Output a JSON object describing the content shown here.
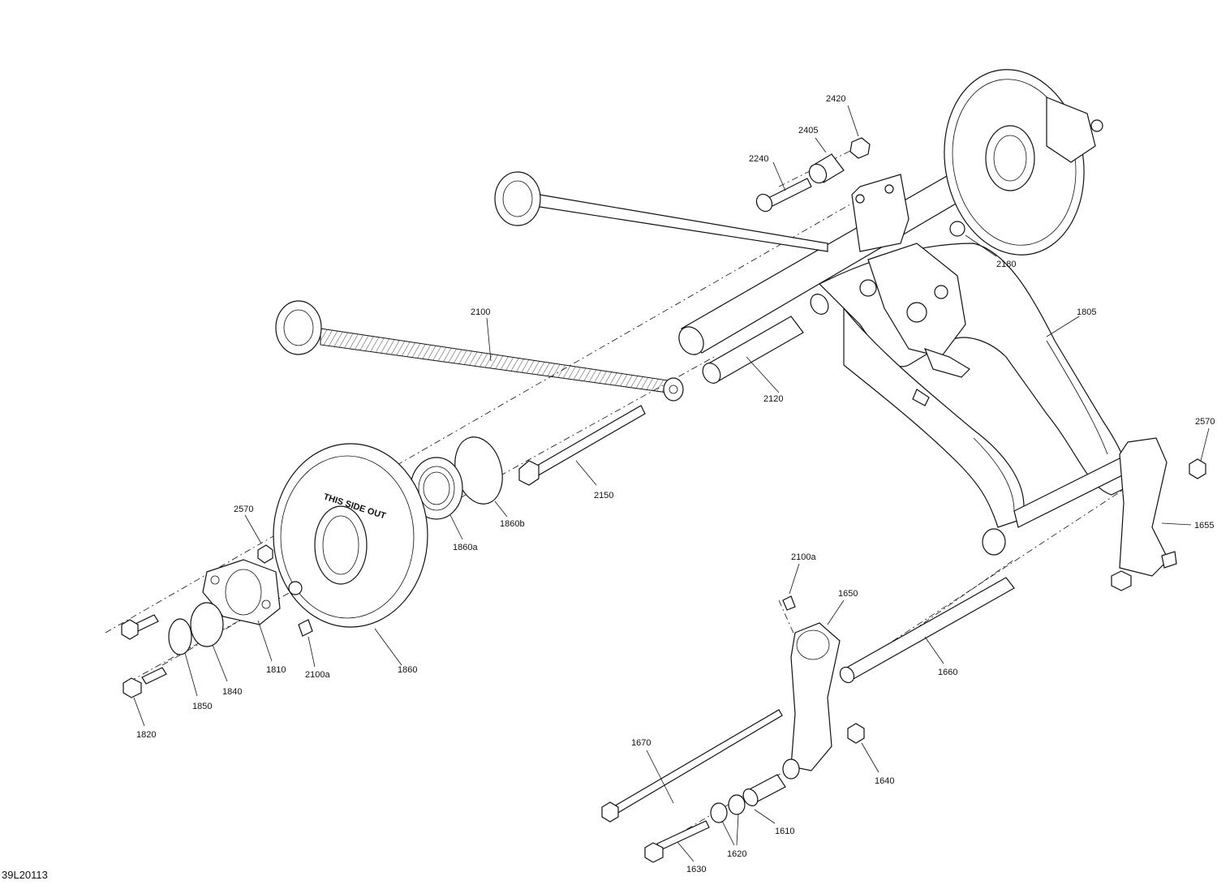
{
  "diagram": {
    "code": "39L20113",
    "callouts": [
      {
        "id": "2420",
        "text": "2420"
      },
      {
        "id": "2405",
        "text": "2405"
      },
      {
        "id": "2240",
        "text": "2240"
      },
      {
        "id": "2180",
        "text": "2180"
      },
      {
        "id": "2100",
        "text": "2100"
      },
      {
        "id": "1805",
        "text": "1805"
      },
      {
        "id": "2120",
        "text": "2120"
      },
      {
        "id": "2570-right",
        "text": "2570"
      },
      {
        "id": "2150",
        "text": "2150"
      },
      {
        "id": "1860b",
        "text": "1860b"
      },
      {
        "id": "1860a",
        "text": "1860a"
      },
      {
        "id": "2570-left",
        "text": "2570"
      },
      {
        "id": "1655",
        "text": "1655"
      },
      {
        "id": "2100a-right",
        "text": "2100a"
      },
      {
        "id": "1650",
        "text": "1650"
      },
      {
        "id": "1810",
        "text": "1810"
      },
      {
        "id": "2100a-left",
        "text": "2100a"
      },
      {
        "id": "1860",
        "text": "1860"
      },
      {
        "id": "1660",
        "text": "1660"
      },
      {
        "id": "1840",
        "text": "1840"
      },
      {
        "id": "1850",
        "text": "1850"
      },
      {
        "id": "1820",
        "text": "1820"
      },
      {
        "id": "1670",
        "text": "1670"
      },
      {
        "id": "1640",
        "text": "1640"
      },
      {
        "id": "1610",
        "text": "1610"
      },
      {
        "id": "1620",
        "text": "1620"
      },
      {
        "id": "1630",
        "text": "1630"
      }
    ],
    "wheel_text": "THIS SIDE OUT"
  }
}
